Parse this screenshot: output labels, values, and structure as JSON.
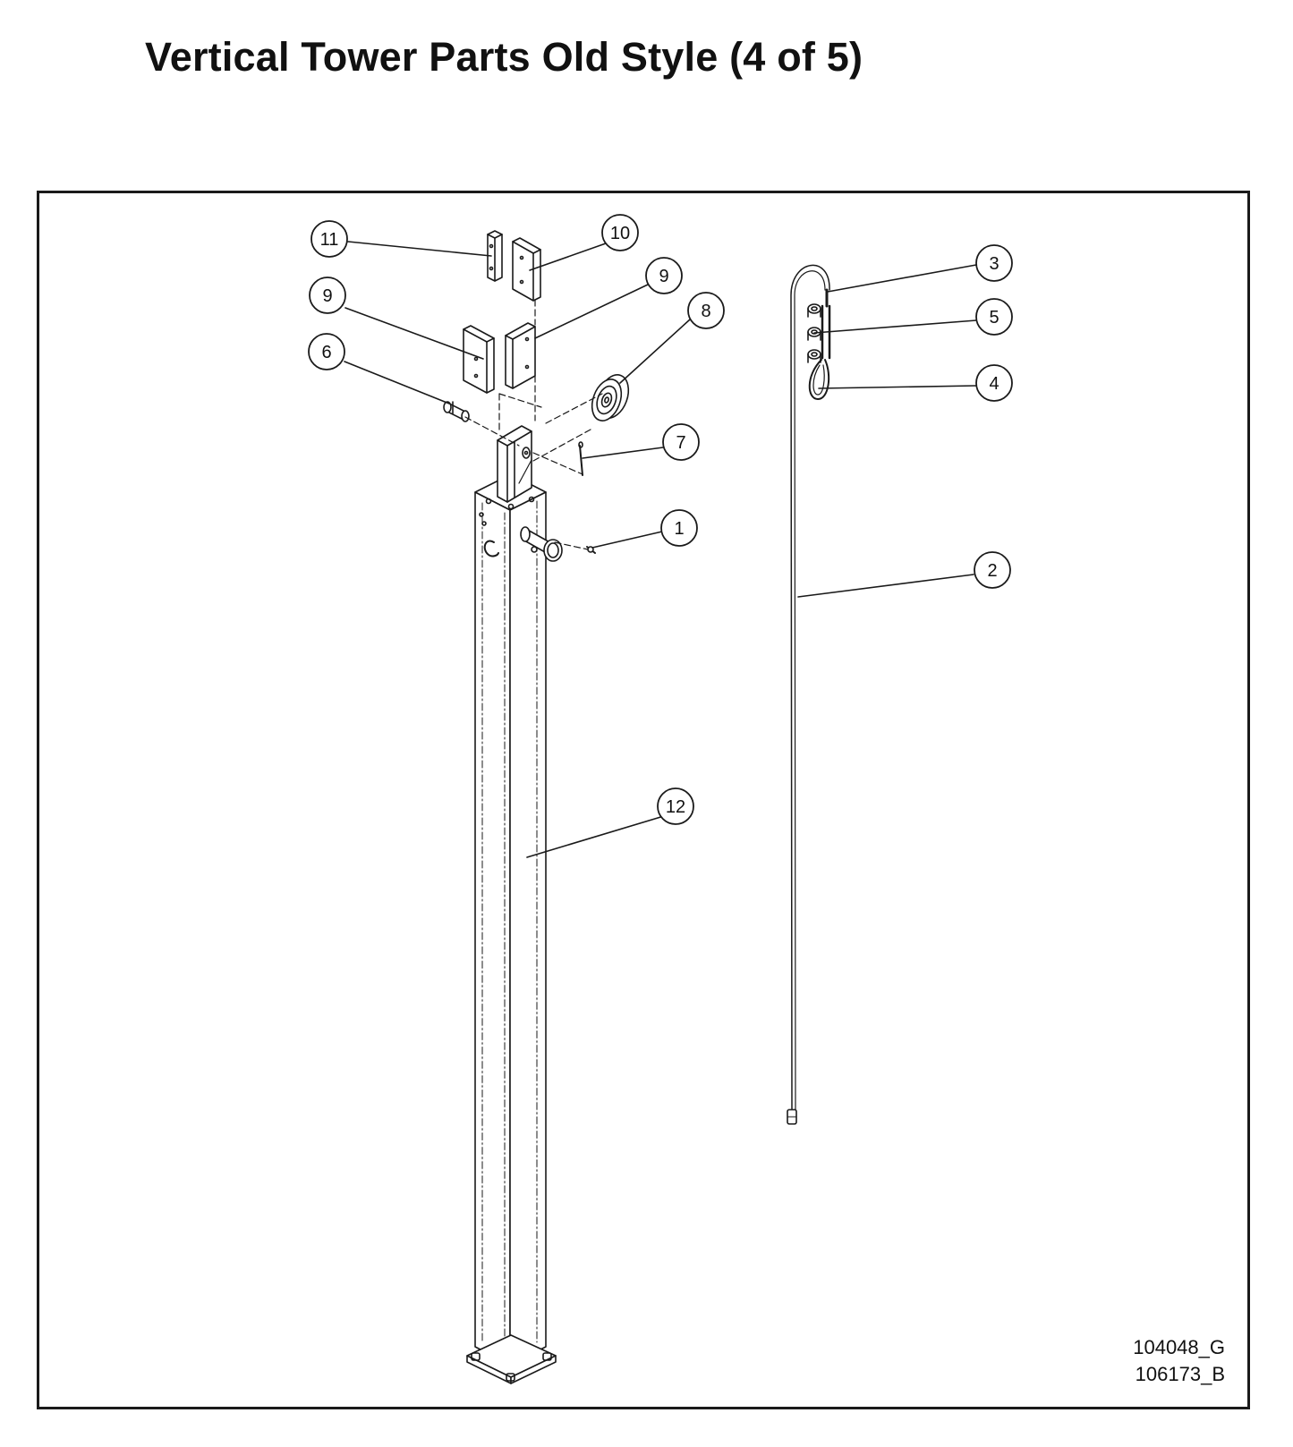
{
  "title": "Vertical Tower Parts Old Style (4 of 5)",
  "callouts": {
    "c1": "1",
    "c2": "2",
    "c3": "3",
    "c4": "4",
    "c5": "5",
    "c6": "6",
    "c7": "7",
    "c8": "8",
    "c9a": "9",
    "c9b": "9",
    "c10": "10",
    "c11": "11",
    "c12": "12"
  },
  "drawing_numbers": [
    "104048_G",
    "106173_B"
  ],
  "colors": {
    "line": "#1a1a1a",
    "background": "#ffffff"
  }
}
